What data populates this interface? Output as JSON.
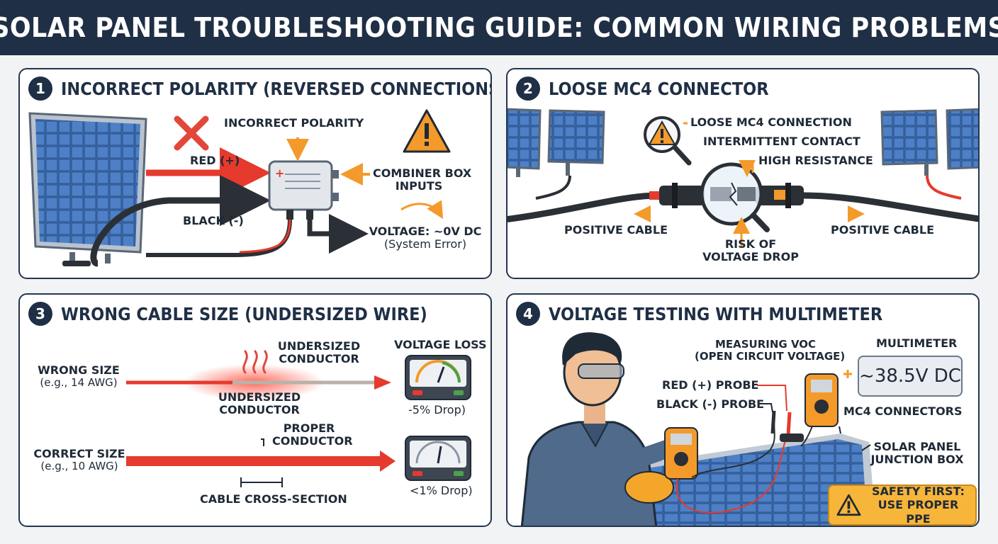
{
  "header": {
    "title": "SOLAR PANEL TROUBLESHOOTING GUIDE: COMMON WIRING PROBLEMS"
  },
  "panels": [
    {
      "number": "1",
      "title": "INCORRECT POLARITY (REVERSED CONNECTIONS)",
      "labels": {
        "incorrect_polarity": "INCORRECT POLARITY",
        "red": "RED (+)",
        "black": "BLACK (-)",
        "combiner": "COMBINER BOX",
        "inputs": "INPUTS",
        "voltage": "VOLTAGE: ~0V DC",
        "system_error": "(System Error)"
      }
    },
    {
      "number": "2",
      "title": "LOOSE MC4 CONNECTOR",
      "labels": {
        "loose": "LOOSE MC4 CONNECTION",
        "intermittent": "INTERMITTENT CONTACT",
        "resistance": "HIGH RESISTANCE",
        "positive_left": "POSITIVE CABLE",
        "positive_right": "POSITIVE CABLE",
        "risk": "RISK OF",
        "voltage_drop": "VOLTAGE DROP"
      }
    },
    {
      "number": "3",
      "title": "WRONG CABLE SIZE (UNDERSIZED WIRE)",
      "labels": {
        "wrong_size": "WRONG SIZE",
        "wrong_awg": "(e.g., 14 AWG)",
        "undersized_top_1": "UNDERSIZED",
        "undersized_top_2": "CONDUCTOR",
        "undersized_bottom_1": "UNDERSIZED",
        "undersized_bottom_2": "CONDUCTOR",
        "voltage_loss": "VOLTAGE LOSS",
        "drop_5": "-5% Drop)",
        "proper_1": "PROPER",
        "proper_2": "CONDUCTOR",
        "correct_size": "CORRECT SIZE",
        "correct_awg": "(e.g., 10 AWG)",
        "drop_1": "<1% Drop)",
        "cross_section": "CABLE CROSS-SECTION"
      }
    },
    {
      "number": "4",
      "title": "VOLTAGE TESTING WITH MULTIMETER",
      "labels": {
        "measuring_1": "MEASURING VOC",
        "measuring_2": "(OPEN CIRCUIT VOLTAGE)",
        "multimeter": "MULTIMETER",
        "reading": "~38.5V DC",
        "red_probe": "RED (+) PROBE",
        "black_probe": "BLACK (-) PROBE",
        "mc4": "MC4 CONNECTORS",
        "junction_1": "SOLAR PANEL",
        "junction_2": "JUNCTION BOX",
        "safety_1": "SAFETY FIRST:",
        "safety_2": "USE PROPER PPE"
      }
    }
  ],
  "colors": {
    "navy": "#1f2f45",
    "red_wire": "#e63a2e",
    "black_wire": "#2b2f36",
    "orange": "#f39a2b",
    "panel_blue": "#3f6fb3"
  }
}
